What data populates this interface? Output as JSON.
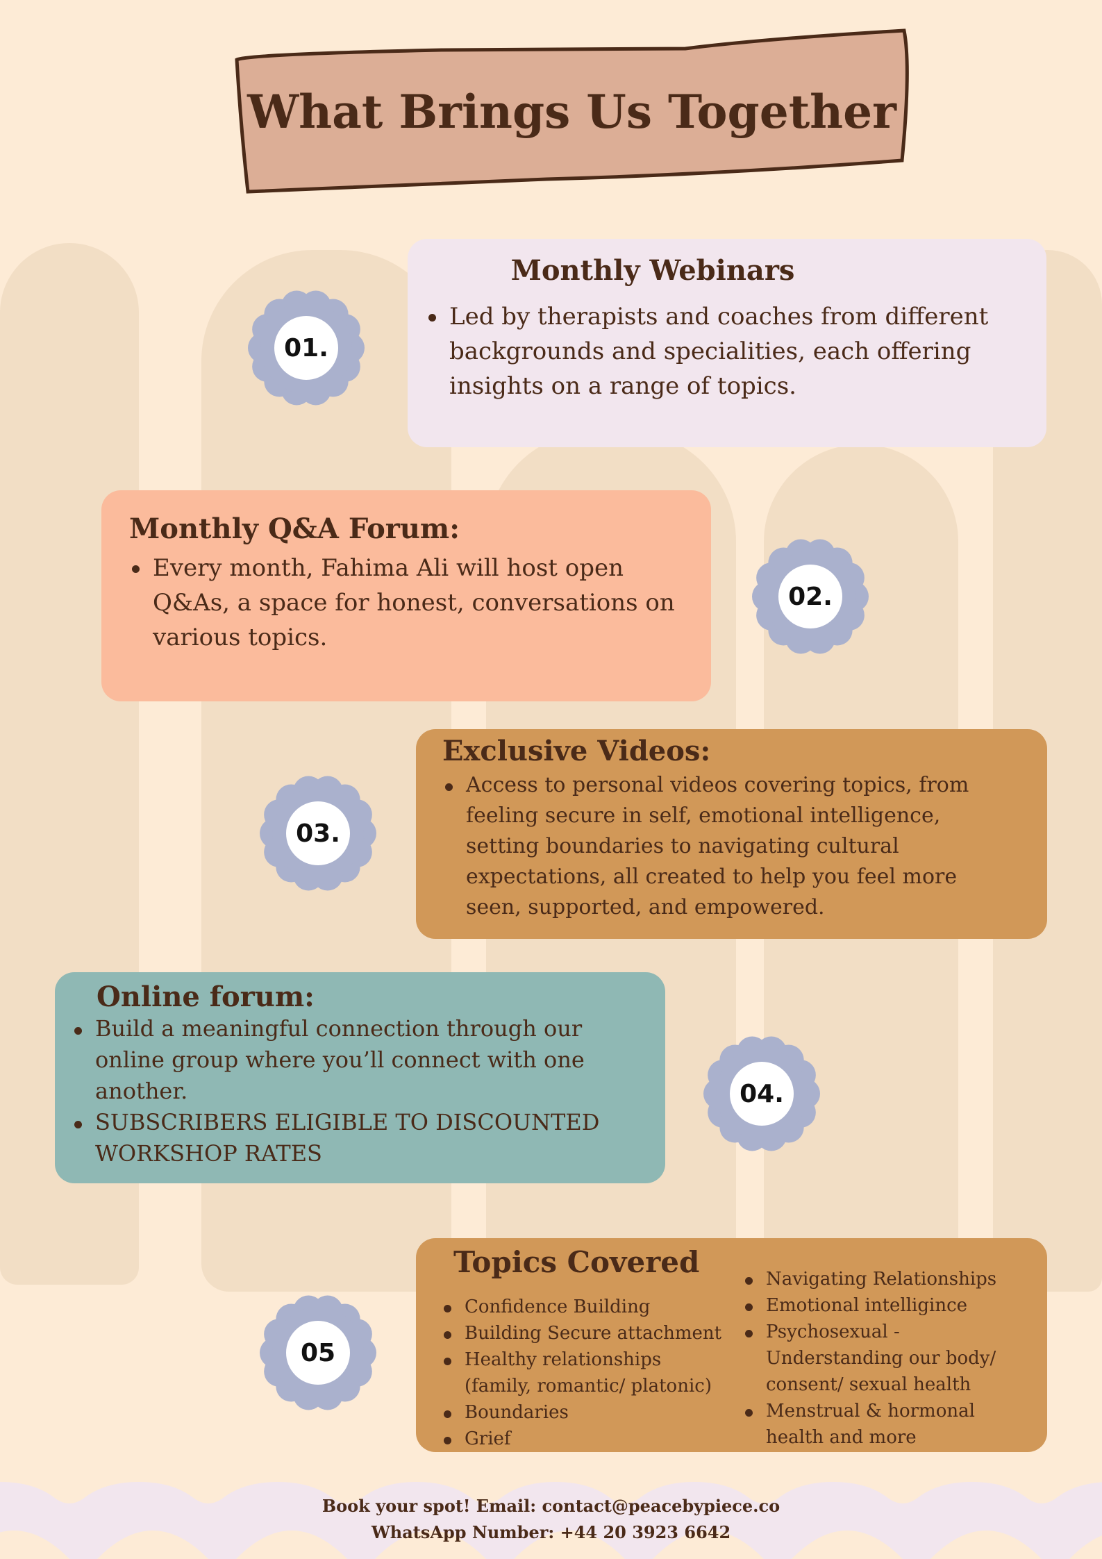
{
  "title": "What Brings Us Together",
  "colors": {
    "background": "#fdebd6",
    "title_box": "#dcae96",
    "card1": "#f2e6ee",
    "card2": "#fbbb9c",
    "card3": "#d19858",
    "card4": "#8fb8b4",
    "card5": "#d19858",
    "badge": "#aab1cd",
    "text": "#4a2a18"
  },
  "sections": [
    {
      "number": "01.",
      "heading": "Monthly Webinars",
      "bullets": [
        "Led by therapists and coaches from different backgrounds and specialities, each offering insights on a range of  topics."
      ]
    },
    {
      "number": "02.",
      "heading": "Monthly Q&A Forum:",
      "bullets": [
        "Every month, Fahima Ali will host open Q&As, a space for honest, conversations on various topics."
      ]
    },
    {
      "number": "03.",
      "heading": "Exclusive Videos:",
      "bullets": [
        "Access to personal videos covering topics, from feeling secure in self, emotional intelligence, setting boundaries to navigating cultural expectations, all created to help you feel more seen, supported, and empowered."
      ]
    },
    {
      "number": "04.",
      "heading": "Online forum:",
      "bullets": [
        "Build a meaningful connection through our online group where you’ll connect with one another.",
        "SUBSCRIBERS ELIGIBLE TO DISCOUNTED WORKSHOP RATES"
      ]
    }
  ],
  "topics": {
    "number": "05",
    "heading": "Topics Covered",
    "left": [
      "Confidence Building",
      "Building Secure attachment",
      "Healthy relationships (family, romantic/ platonic)",
      "Boundaries",
      "Grief"
    ],
    "right": [
      "Navigating Relationships",
      "Emotional intelligince",
      "Psychosexual - Understanding our body/ consent/ sexual health",
      "Menstrual & hormonal health and more"
    ]
  },
  "footer": {
    "line1": "Book your spot!  Email: contact@peacebypiece.co",
    "line2": "WhatsApp Number: +44 20 3923 6642"
  }
}
